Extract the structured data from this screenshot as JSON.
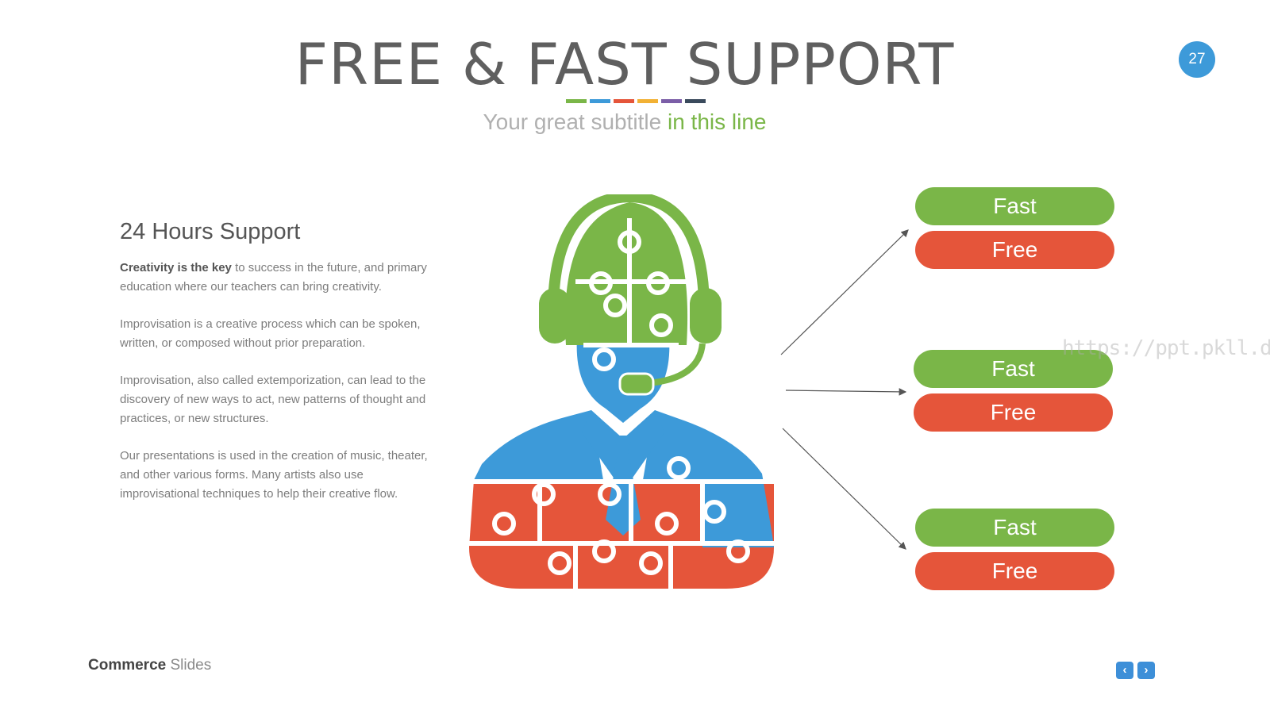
{
  "header": {
    "title": "FREE & FAST SUPPORT",
    "subtitle_plain": "Your great subtitle ",
    "subtitle_accent": "in this line",
    "page_number": "27",
    "deco_colors": [
      "#7ab648",
      "#3d9ad9",
      "#e5553a",
      "#f2b134",
      "#7b5ea7",
      "#3a4a5c"
    ]
  },
  "support": {
    "heading": "24 Hours Support",
    "p1_bold": "Creativity is the key",
    "p1_rest": " to success in the future, and primary education where our teachers can bring creativity.",
    "p2": "Improvisation is a creative process which can be spoken, written, or composed without prior preparation.",
    "p3": "Improvisation, also called extemporization, can lead to the discovery of new ways to act, new patterns of thought and practices, or new structures.",
    "p4": "Our presentations is used in the creation of music, theater, and other various forms. Many artists also use improvisational techniques to help their creative flow."
  },
  "options": [
    {
      "fast": "Fast",
      "free": "Free"
    },
    {
      "fast": "Fast",
      "free": "Free"
    },
    {
      "fast": "Fast",
      "free": "Free"
    }
  ],
  "watermark": "https://ppt.pkll.de",
  "footer": {
    "brand_strong": "Commerce",
    "brand_rest": " Slides",
    "prev_icon": "chevron-left-icon",
    "next_icon": "chevron-right-icon"
  },
  "colors": {
    "green": "#7ab648",
    "red": "#e5553a",
    "blue": "#3d9ad9",
    "title_gray": "#5f5f5f"
  }
}
